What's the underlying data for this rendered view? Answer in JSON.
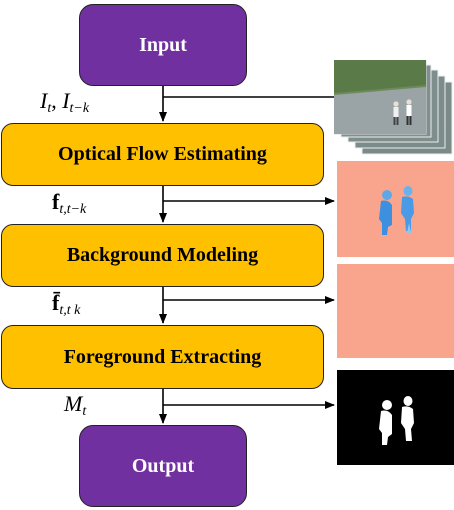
{
  "nodes": {
    "input": "Input",
    "optical_flow": "Optical Flow Estimating",
    "background_modeling": "Background Modeling",
    "foreground_extracting": "Foreground Extracting",
    "output": "Output"
  },
  "edge_labels": {
    "frames": {
      "main": "I",
      "sub": "t",
      "sep": ", ",
      "main2": "I",
      "sub2": "t−k"
    },
    "flow": {
      "main": "f",
      "sub": "t,t−k"
    },
    "bg_flow": {
      "main": "f̄",
      "sub": "t,t   k"
    },
    "mask": {
      "main": "M",
      "sub": "t"
    }
  },
  "images": [
    {
      "name": "video-frames-stack",
      "description": "stack of video frames"
    },
    {
      "name": "optical-flow-map",
      "description": "colored flow field with two figures"
    },
    {
      "name": "background-flow-map",
      "description": "uniform salmon flow field"
    },
    {
      "name": "foreground-mask",
      "description": "binary mask with two white figures"
    }
  ],
  "colors": {
    "terminal": "#7030a0",
    "process": "#ffc000",
    "flow_bg": "#f9a58d",
    "mask_bg": "#000000"
  }
}
